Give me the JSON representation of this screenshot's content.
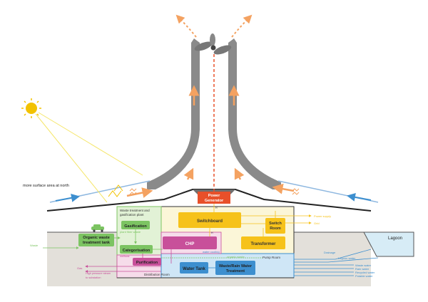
{
  "labels": {
    "more_surface": "more surface area at north",
    "power_generator": [
      "Power",
      "Generator"
    ],
    "switchboard": "Switchboard",
    "switch_room": [
      "Switch",
      "Room"
    ],
    "transformer": "Transformer",
    "chp": "CHP",
    "water_cooling": "water cooling",
    "organic_waste": "organic waste",
    "pump_room": "Pump Room",
    "water_tank": "Water Tank",
    "waste_rain_water": [
      "Waste/Rain Water",
      "Treatment"
    ],
    "waste_treatment_plant": [
      "Waste treatment and",
      "gasification plant"
    ],
    "gasification": "Gasification",
    "plant_fiber_waste": "plant fiber waste",
    "categorisation": "Categorisation",
    "purification": "Purification",
    "distribution_room": "Distribution Room",
    "organic_tank": [
      "Organic waste",
      "treatment tank"
    ],
    "waste": "Waste",
    "gas": "Gas",
    "high_pressure_steam": "High pressure steam",
    "to_substation": "to substation",
    "power_supply": "Power supply",
    "grid": "Grid",
    "lagoon": "Lagoon",
    "drainage": "Drainage",
    "lagoon_water": "Lagoon water",
    "waste_water": "Waste water",
    "rain_water": "Rain water",
    "recycled_water": "Recycled water",
    "potable_water": "Potable water",
    "methane": "methane",
    "h": "H",
    "h2": "H"
  },
  "colors": {
    "tower": "#7a7a7a",
    "sun": "#f2c200",
    "power": "#e8502a",
    "yellow": "#f6c21a",
    "green": "#7cc462",
    "pink": "#c8509a",
    "blue": "#3d8fcf",
    "ground": "#e3e0da"
  }
}
